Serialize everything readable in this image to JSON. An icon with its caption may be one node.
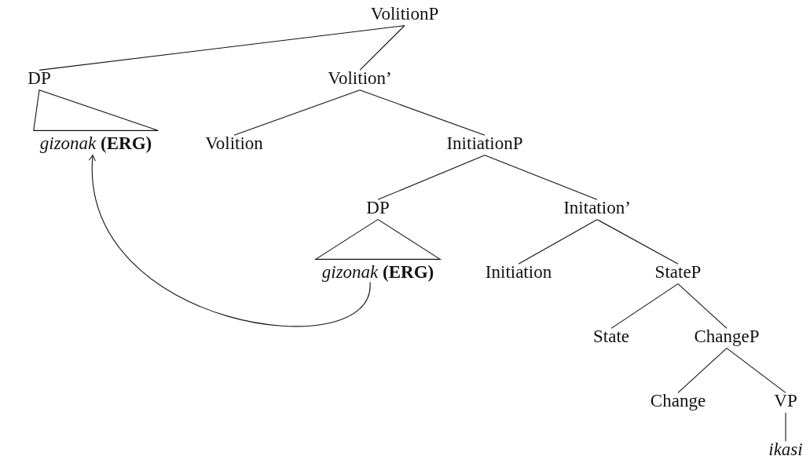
{
  "diagram": {
    "nodes": [
      {
        "text": [
          "VolitionP"
        ]
      },
      {
        "text": [
          "DP"
        ]
      },
      {
        "text": [
          "Volition’"
        ]
      },
      {
        "text": [
          "*gizonak* **(ERG)**"
        ]
      },
      {
        "text": [
          "Volition"
        ]
      },
      {
        "text": [
          "InitiationP"
        ]
      },
      {
        "text": [
          "DP"
        ]
      },
      {
        "text": [
          "Initation’"
        ]
      },
      {
        "text": [
          "*gizonak* **(ERG)**"
        ]
      },
      {
        "text": [
          "Initiation"
        ]
      },
      {
        "text": [
          "StateP"
        ]
      },
      {
        "text": [
          "State"
        ]
      },
      {
        "text": [
          "ChangeP"
        ]
      },
      {
        "text": [
          "Change"
        ]
      },
      {
        "text": [
          "VP"
        ]
      },
      {
        "text": [
          "ikasi"
        ]
      }
    ],
    "edges": [
      {
        "from": 0,
        "to": 1,
        "arrow": "none"
      },
      {
        "from": 0,
        "to": 2,
        "arrow": "none"
      },
      {
        "from": 1,
        "to": 3,
        "arrow": "none"
      },
      {
        "from": 2,
        "to": 4,
        "arrow": "none"
      },
      {
        "from": 2,
        "to": 5,
        "arrow": "none"
      },
      {
        "from": 5,
        "to": 6,
        "arrow": "none"
      },
      {
        "from": 5,
        "to": 7,
        "arrow": "none"
      },
      {
        "from": 6,
        "to": 8,
        "arrow": "none"
      },
      {
        "from": 7,
        "to": 9,
        "arrow": "none"
      },
      {
        "from": 7,
        "to": 10,
        "arrow": "none"
      },
      {
        "from": 10,
        "to": 11,
        "arrow": "none"
      },
      {
        "from": 10,
        "to": 12,
        "arrow": "none"
      },
      {
        "from": 12,
        "to": 13,
        "arrow": "none"
      },
      {
        "from": 12,
        "to": 14,
        "arrow": "none"
      },
      {
        "from": 14,
        "to": 15,
        "arrow": "none"
      },
      {
        "from": 8,
        "to": 3,
        "arrow": "to"
      }
    ]
  }
}
